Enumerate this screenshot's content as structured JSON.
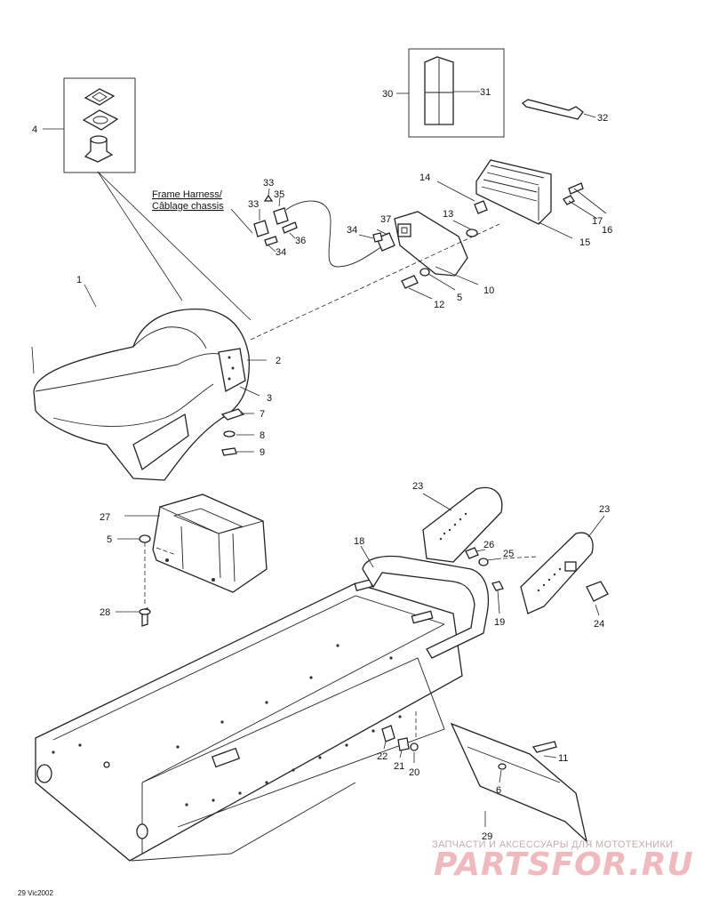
{
  "caption": {
    "line1": "Frame Harness/",
    "line2": "Câblage chassis"
  },
  "callouts": {
    "c1": "1",
    "c2": "2",
    "c3": "3",
    "c4": "4",
    "c5a": "5",
    "c5b": "5",
    "c6": "6",
    "c7": "7",
    "c8": "8",
    "c9": "9",
    "c10": "10",
    "c11": "11",
    "c12": "12",
    "c13": "13",
    "c14": "14",
    "c15": "15",
    "c16": "16",
    "c17": "17",
    "c18": "18",
    "c19": "19",
    "c20": "20",
    "c21": "21",
    "c22": "22",
    "c23a": "23",
    "c23b": "23",
    "c24": "24",
    "c25": "25",
    "c26": "26",
    "c27": "27",
    "c28": "28",
    "c29": "29",
    "c30": "30",
    "c31": "31",
    "c32": "32",
    "c33a": "33",
    "c33b": "33",
    "c34a": "34",
    "c34b": "34",
    "c35": "35",
    "c36": "36",
    "c37": "37"
  },
  "watermark": {
    "line": "ЗАПЧАСТИ И АКСЕССУАРЫ ДЛЯ МОТОТЕХНИКИ",
    "brand": "PARTSFOR.RU"
  },
  "figure_code": "29 Vic2002"
}
